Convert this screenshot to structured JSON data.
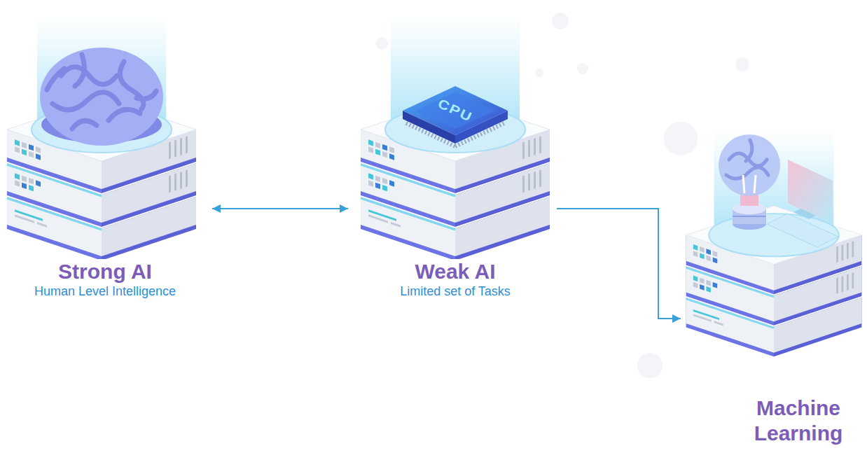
{
  "diagram": {
    "nodes": [
      {
        "text": [
          "Strong AI",
          "Human Level Intelligence"
        ]
      },
      {
        "text": [
          "Weak AI",
          "Limited set of Tasks"
        ]
      },
      {
        "text": [
          "Machine Learning"
        ]
      }
    ],
    "edges": [
      {
        "from": 0,
        "to": 1,
        "arrow": "both"
      },
      {
        "from": 1,
        "to": 2,
        "arrow": "to"
      }
    ],
    "labels": [
      "CPU"
    ]
  }
}
